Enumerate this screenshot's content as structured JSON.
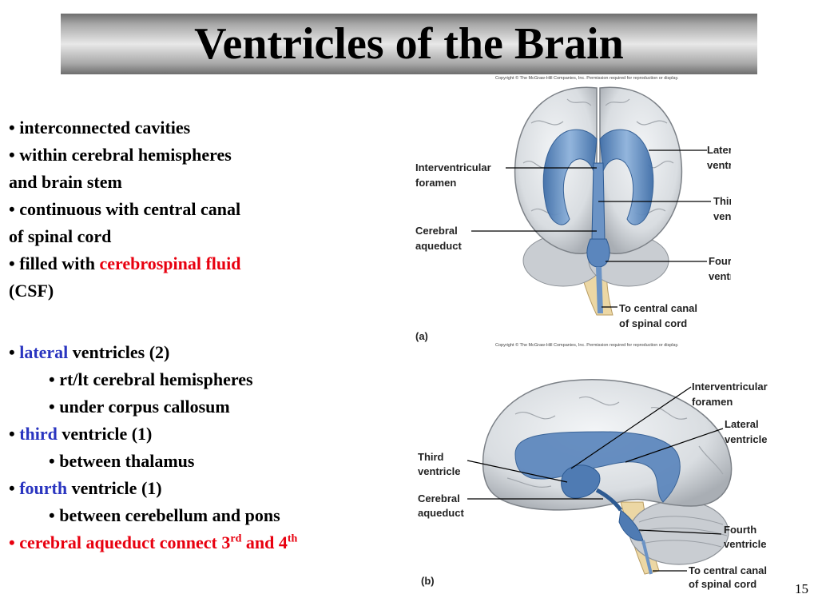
{
  "title": "Ventricles of the Brain",
  "bullets_top": {
    "b1": "interconnected cavities",
    "b2a": "within cerebral hemispheres",
    "b2b": "and brain stem",
    "b3a": "continuous with central canal",
    "b3b": "of spinal cord",
    "b4_prefix": "filled with ",
    "b4_highlight": "cerebrospinal fluid",
    "b4b": "(CSF)"
  },
  "bullets_bottom": {
    "lateral_word": "lateral",
    "lateral_rest": " ventricles (2)",
    "lateral_sub1": "rt/lt cerebral hemispheres",
    "lateral_sub2": "under corpus callosum",
    "third_word": "third",
    "third_rest": " ventricle (1)",
    "third_sub1": "between thalamus",
    "fourth_word": "fourth",
    "fourth_rest": " ventricle (1)",
    "fourth_sub1": "between cerebellum and pons",
    "aqueduct_text": "cerebral aqueduct connect 3",
    "aqueduct_sup1": "rd",
    "aqueduct_and": " and 4",
    "aqueduct_sup2": "th"
  },
  "figure_a": {
    "copyright": "Copyright © The McGraw-Hill Companies, Inc. Permission required for reproduction or display.",
    "panel_label": "(a)",
    "labels": {
      "lateral_1": "Lateral",
      "lateral_2": "ventricle",
      "interventricular_1": "Interventricular",
      "interventricular_2": "foramen",
      "third_1": "Third",
      "third_2": "ventricle",
      "aqueduct_1": "Cerebral",
      "aqueduct_2": "aqueduct",
      "fourth_1": "Fourth",
      "fourth_2": "ventricle",
      "canal_1": "To central canal",
      "canal_2": "of spinal cord"
    }
  },
  "figure_b": {
    "copyright": "Copyright © The McGraw-Hill Companies, Inc. Permission required for reproduction or display.",
    "panel_label": "(b)",
    "labels": {
      "interventricular_1": "Interventricular",
      "interventricular_2": "foramen",
      "lateral_1": "Lateral",
      "lateral_2": "ventricle",
      "third_1": "Third",
      "third_2": "ventricle",
      "aqueduct_1": "Cerebral",
      "aqueduct_2": "aqueduct",
      "fourth_1": "Fourth",
      "fourth_2": "ventricle",
      "canal_1": "To central canal",
      "canal_2": "of spinal cord"
    }
  },
  "page_number": "15",
  "colors": {
    "highlight_red": "#e8000f",
    "highlight_blue": "#2a35c0",
    "ventricle_blue": "#5b86bd",
    "brain_gray": "#d9dde1"
  }
}
